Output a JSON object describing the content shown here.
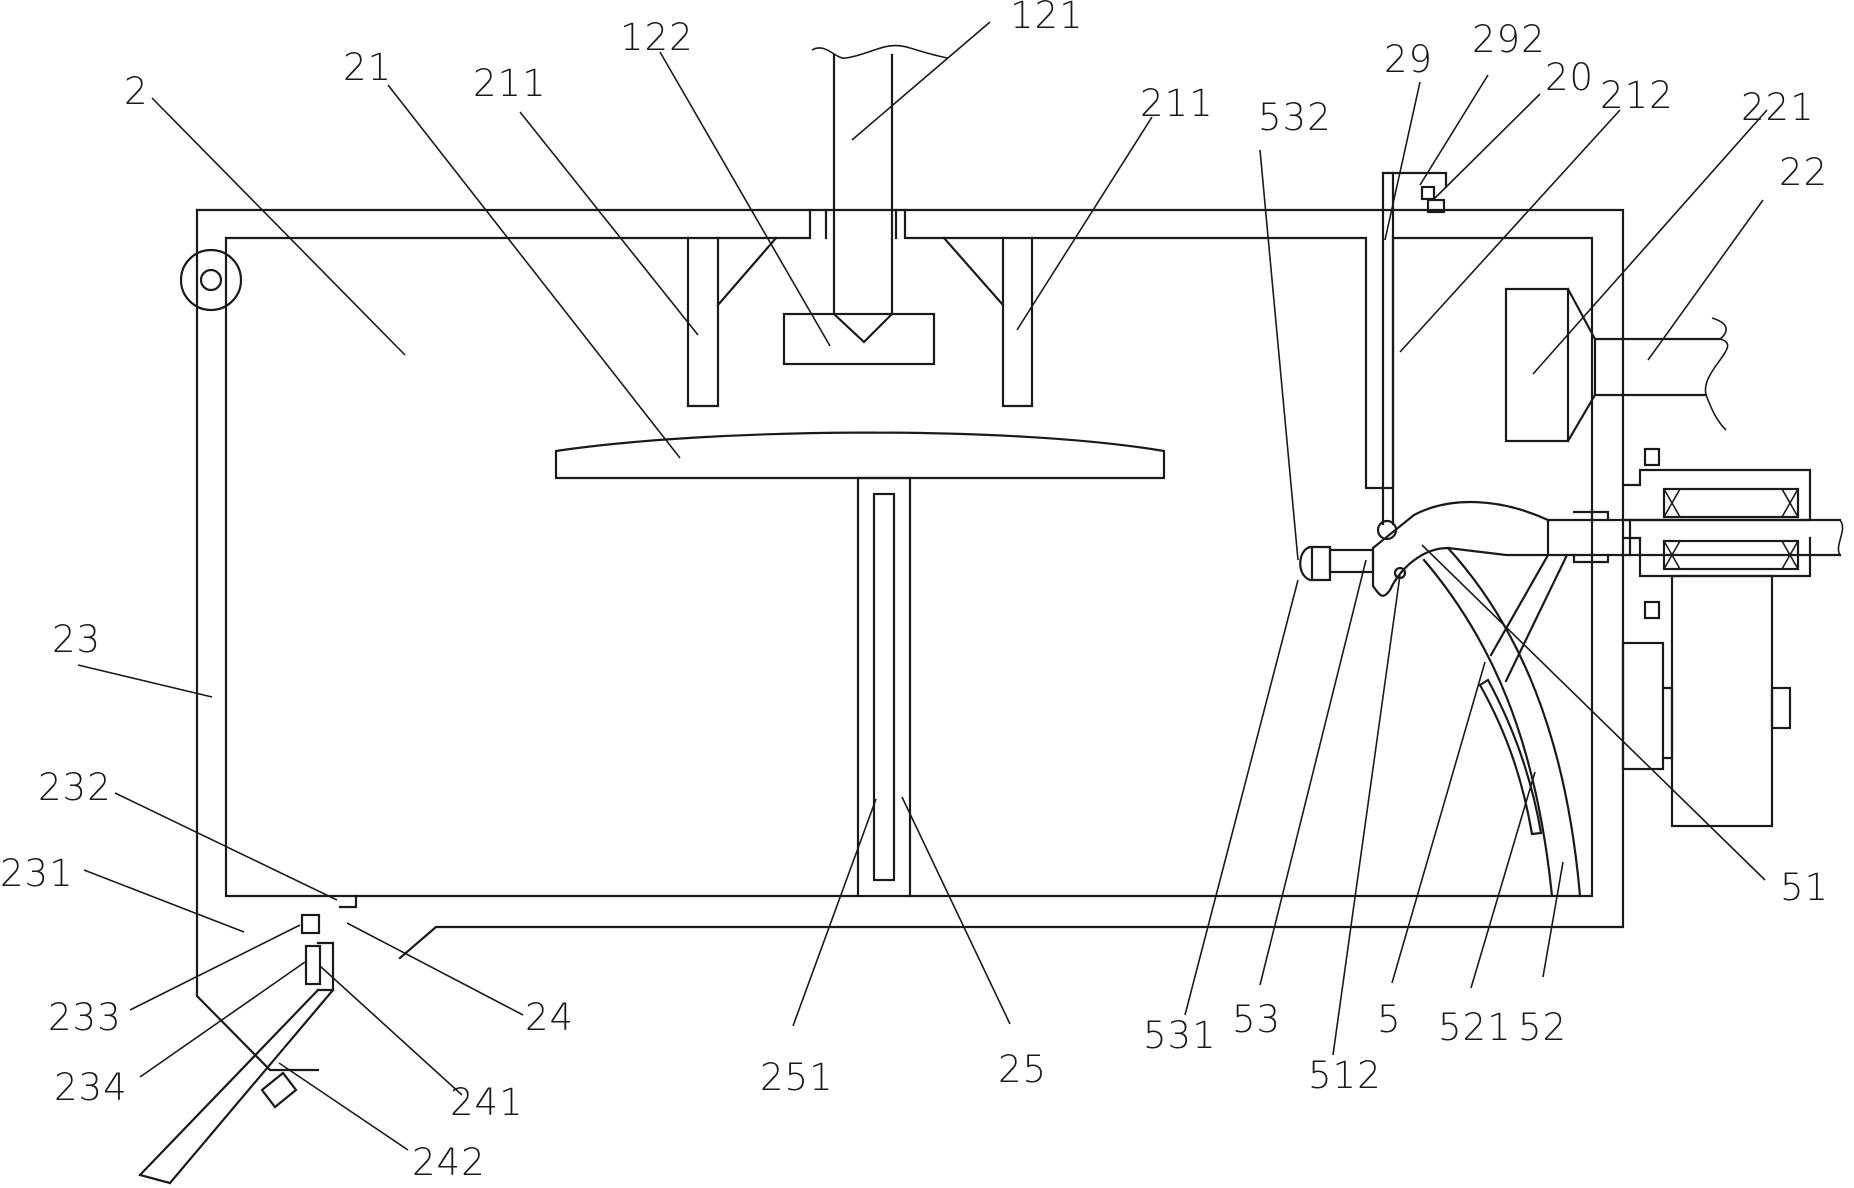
{
  "labels": {
    "l2": "2",
    "l21": "21",
    "l211a": "211",
    "l211b": "211",
    "l122": "122",
    "l121": "121",
    "l29": "29",
    "l292": "292",
    "l20": "20",
    "l212": "212",
    "l532": "532",
    "l221": "221",
    "l22": "22",
    "l23": "23",
    "l232": "232",
    "l231": "231",
    "l233": "233",
    "l234": "234",
    "l24": "24",
    "l241": "241",
    "l242": "242",
    "l251": "251",
    "l25": "25",
    "l531": "531",
    "l53": "53",
    "l512": "512",
    "l5": "5",
    "l521": "521",
    "l52": "52",
    "l51": "51"
  }
}
